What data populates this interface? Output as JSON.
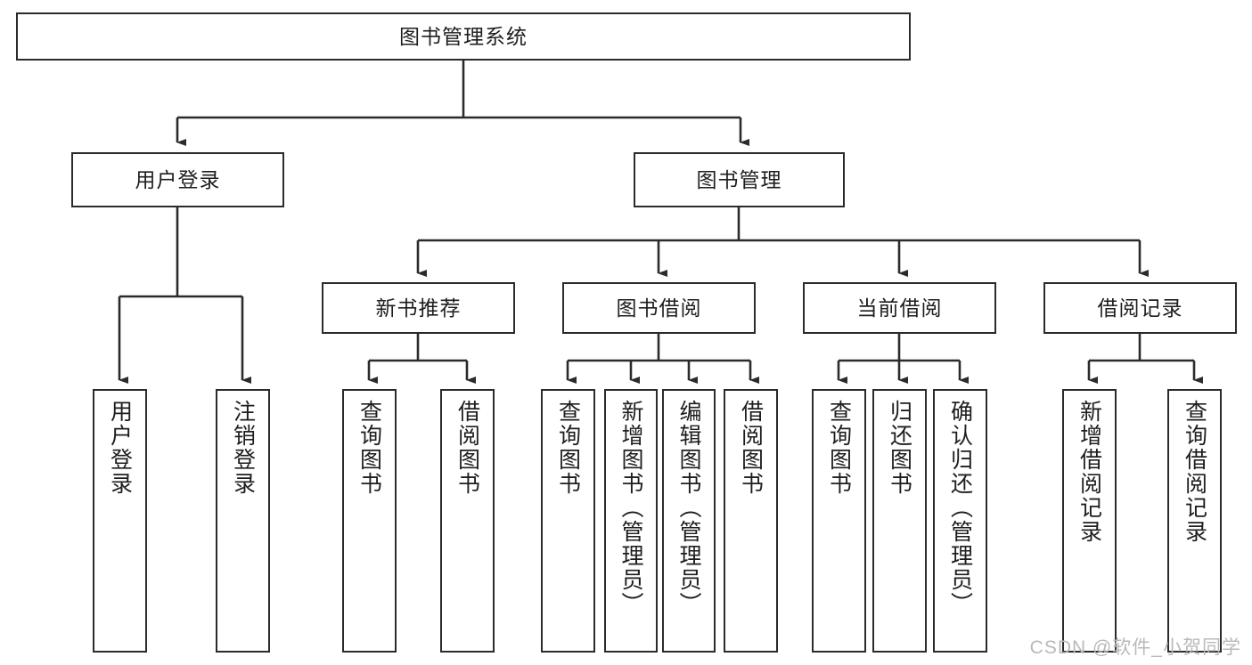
{
  "diagram": {
    "title": "图书管理系统",
    "type": "tree",
    "colors": {
      "box_border": "#2b2b2b",
      "box_fill": "#ffffff",
      "connector": "#2b2b2b",
      "text": "#1e1e1e",
      "watermark": "#b9b9b9",
      "background": "#ffffff"
    },
    "root": {
      "label": "图书管理系统"
    },
    "level2": [
      {
        "label": "用户登录"
      },
      {
        "label": "图书管理"
      }
    ],
    "level3": [
      {
        "label": "新书推荐"
      },
      {
        "label": "图书借阅"
      },
      {
        "label": "当前借阅"
      },
      {
        "label": "借阅记录"
      }
    ],
    "leaves": {
      "user_login": [
        {
          "label": "用户登录"
        },
        {
          "label": "注销登录"
        }
      ],
      "new_book": [
        {
          "label": "查询图书"
        },
        {
          "label": "借阅图书"
        }
      ],
      "book_borrow": [
        {
          "label": "查询图书"
        },
        {
          "label": "新增图书（管理员）"
        },
        {
          "label": "编辑图书（管理员）"
        },
        {
          "label": "借阅图书"
        }
      ],
      "current_borrow": [
        {
          "label": "查询图书"
        },
        {
          "label": "归还图书"
        },
        {
          "label": "确认归还（管理员）"
        }
      ],
      "borrow_record": [
        {
          "label": "新增借阅记录"
        },
        {
          "label": "查询借阅记录"
        }
      ]
    }
  },
  "watermark": {
    "text": "CSDN @软件_小贺同学"
  }
}
